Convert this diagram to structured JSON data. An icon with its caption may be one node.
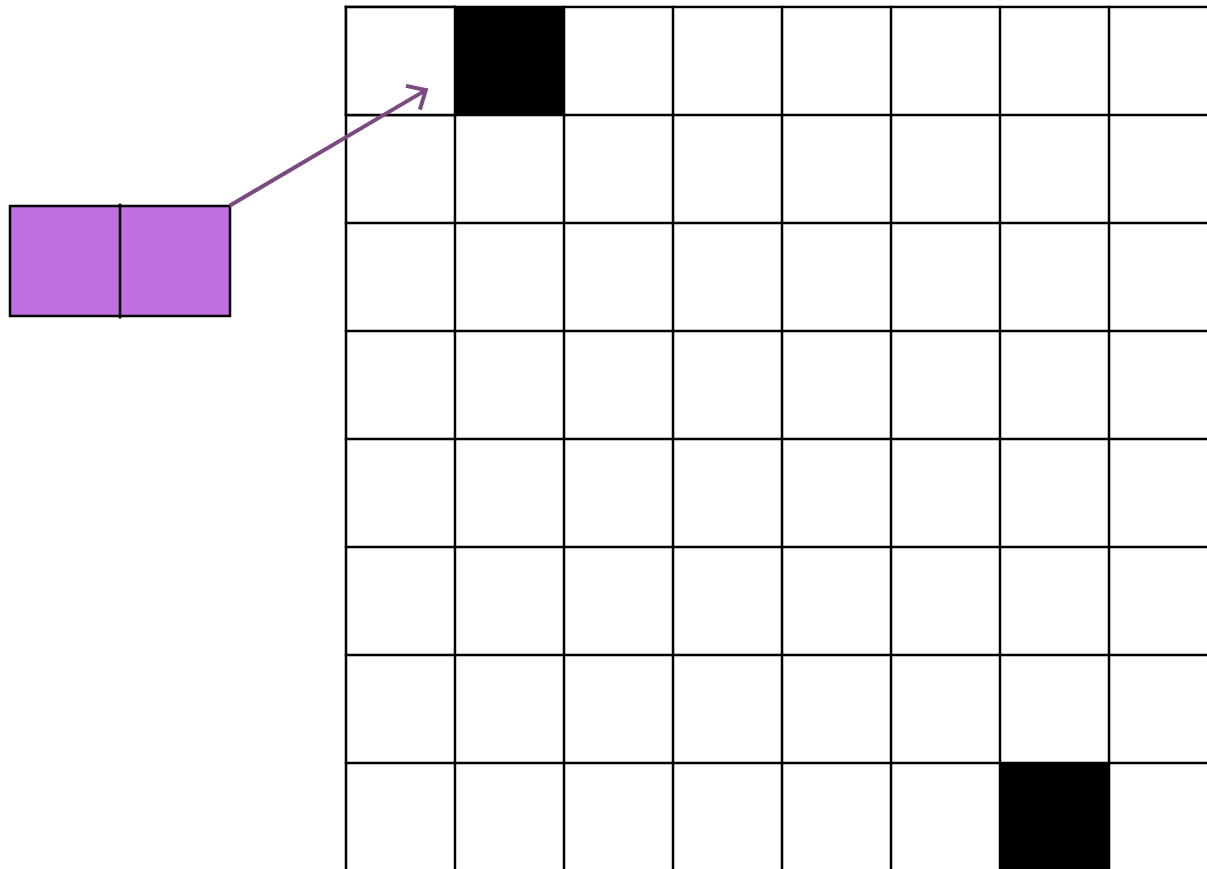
{
  "diagram": {
    "nodes": [
      {
        "text": [],
        "shape": "box"
      },
      {
        "text": [],
        "shape": "box"
      }
    ],
    "edges": [
      {
        "from": 0,
        "to": 1,
        "arrow": "to",
        "color": "#7b4a80"
      }
    ]
  }
}
